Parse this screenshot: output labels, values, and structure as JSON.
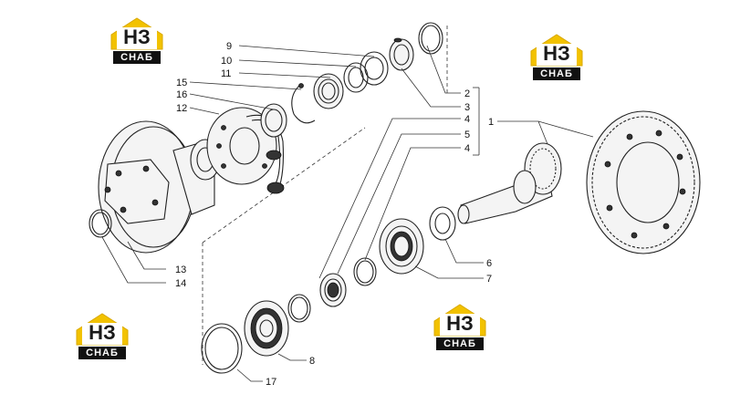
{
  "logos": [
    {
      "id": "logo-top-left",
      "top": "НЗ",
      "bottom": "СНАБ"
    },
    {
      "id": "logo-top-right",
      "top": "НЗ",
      "bottom": "СНАБ"
    },
    {
      "id": "logo-bottom-left",
      "top": "НЗ",
      "bottom": "СНАБ"
    },
    {
      "id": "logo-bottom-center",
      "top": "НЗ",
      "bottom": "СНАБ"
    }
  ],
  "brand_colors": {
    "roof": "#f2c200",
    "text": "#1a1a1a",
    "bar": "#111111"
  },
  "callouts": {
    "c1": "1",
    "c2": "2",
    "c3": "3",
    "c4a": "4",
    "c5": "5",
    "c4b": "4",
    "c6": "6",
    "c7": "7",
    "c8": "8",
    "c9": "9",
    "c10": "10",
    "c11": "11",
    "c12": "12",
    "c13": "13",
    "c14": "14",
    "c15": "15",
    "c16": "16",
    "c17": "17"
  }
}
